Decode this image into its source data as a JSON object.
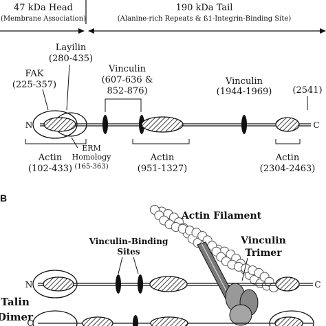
{
  "panel_b_label": "B",
  "top": {
    "head_title": "47 kDa Head",
    "head_sub": "(Membrane Association)",
    "tail_title": "190 kDa Tail",
    "tail_sub": "(Alanine-rich Repeats & ß1-Integrin-Binding Site)",
    "layilin_name": "Layilin",
    "layilin_range": "(280-435)",
    "fak_name": "FAK",
    "fak_range": "(225-357)",
    "vinc1_name": "Vinculin",
    "vinc1_range_a": "(607-636 &",
    "vinc1_range_b": "852-876)",
    "vinc2_name": "Vinculin",
    "vinc2_range": "(1944-1969)",
    "end_label": "(2541)",
    "n_label": "N",
    "c_label": "C",
    "erm_line1": "ERM",
    "erm_line2": "Homology",
    "erm_line3": "(165-363)",
    "actin_word": "Actin",
    "actin1_range": "(102-433)",
    "actin2_range": "(951-1327)",
    "actin3_range": "(2304-2463)"
  },
  "bottom": {
    "actin_filament": "Actin Filament",
    "vbs_line1": "Vinculin-Binding",
    "vbs_line2": "Sites",
    "vinculin_trimer_line1": "Vinculin",
    "vinculin_trimer_line2": "Trimer",
    "talin_line1": "Talin",
    "talin_line2": "Dimer",
    "n_label": "N",
    "c_label": "C"
  }
}
